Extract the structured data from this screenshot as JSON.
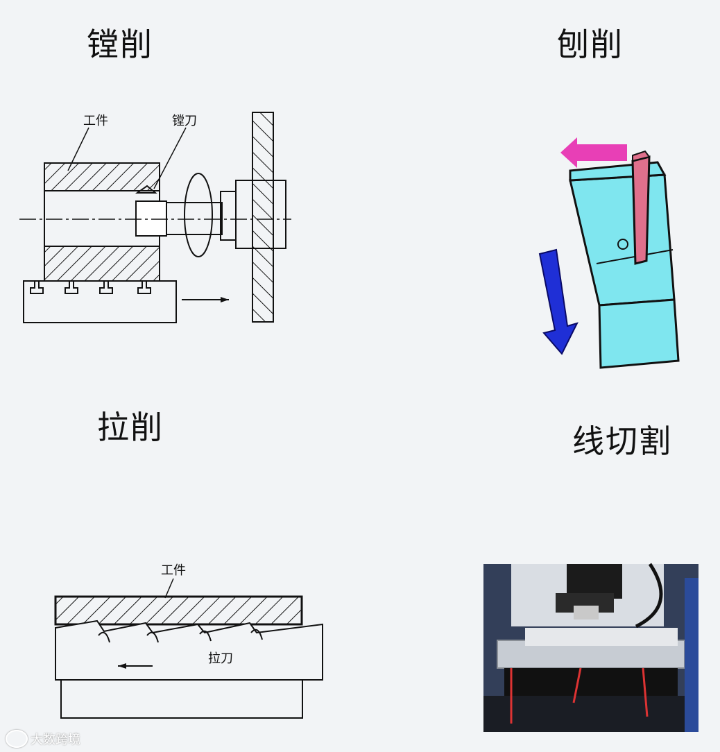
{
  "titles": {
    "boring": "镗削",
    "planing": "刨削",
    "broaching": "拉削",
    "wire_cutting": "线切割"
  },
  "boring_diagram": {
    "workpiece_label": "工件",
    "tool_label": "镗刀"
  },
  "broaching_diagram": {
    "workpiece_label": "工件",
    "tool_label": "拉刀"
  },
  "planing_diagram": {
    "colors": {
      "block": "#7fe6ef",
      "tool": "#e0708c",
      "arrow_left": "#e83fb6",
      "arrow_down": "#1f2fd6"
    },
    "icons": [
      "arrow-left-icon",
      "arrow-down-icon"
    ]
  },
  "watermark": {
    "text": "大数跨境"
  }
}
